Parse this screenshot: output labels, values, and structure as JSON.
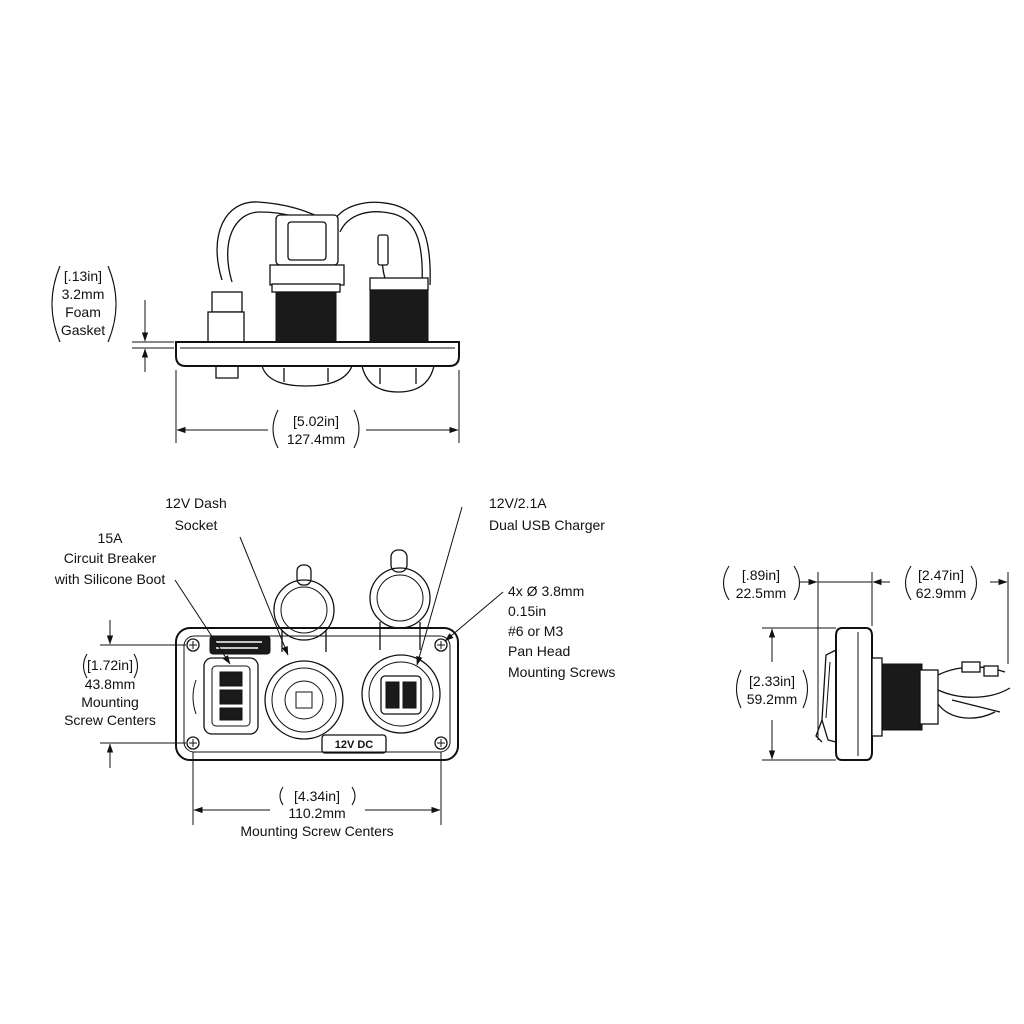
{
  "top_view": {
    "gasket_dim": {
      "inches": "[.13in]",
      "mm": "3.2mm",
      "line3": "Foam",
      "line4": "Gasket"
    },
    "width_dim": {
      "inches": "[5.02in]",
      "mm": "127.4mm"
    }
  },
  "front_view": {
    "dash_socket_callout": {
      "line1": "12V Dash",
      "line2": "Socket"
    },
    "breaker_callout": {
      "line1": "15A",
      "line2": "Circuit Breaker",
      "line3": "with Silicone Boot"
    },
    "usb_callout": {
      "line1": "12V/2.1A",
      "line2": "Dual USB Charger"
    },
    "screw_callout": {
      "line1": "4x Ø 3.8mm",
      "line2": "0.15in",
      "line3": "#6 or M3",
      "line4": "Pan Head",
      "line5": "Mounting Screws"
    },
    "height_dim": {
      "inches": "[1.72in]",
      "mm": "43.8mm",
      "line3": "Mounting",
      "line4": "Screw Centers"
    },
    "width_dim": {
      "inches": "[4.34in]",
      "mm": "110.2mm",
      "line3": "Mounting Screw Centers"
    },
    "panel_label": "12V DC"
  },
  "side_view": {
    "front_depth_dim": {
      "inches": "[.89in]",
      "mm": "22.5mm"
    },
    "rear_depth_dim": {
      "inches": "[2.47in]",
      "mm": "62.9mm"
    },
    "height_dim": {
      "inches": "[2.33in]",
      "mm": "59.2mm"
    }
  }
}
